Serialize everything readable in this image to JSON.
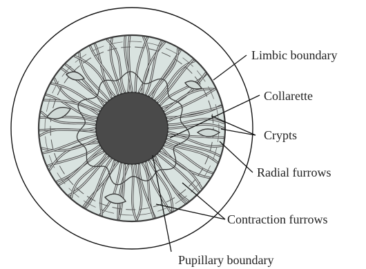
{
  "labels": {
    "limbic_boundary": "Limbic boundary",
    "collarette": "Collarette",
    "crypts": "Crypts",
    "radial_furrows": "Radial furrows",
    "contraction_furrows": "Contraction furrows",
    "pupillary_boundary": "Pupillary boundary"
  },
  "colors": {
    "iris_fill": "#d9e3e0",
    "pupil": "#4a4a4a",
    "fiber_outer": "#4b4b4b",
    "fiber_inner": "#e8eeec",
    "outline": "#111111"
  }
}
